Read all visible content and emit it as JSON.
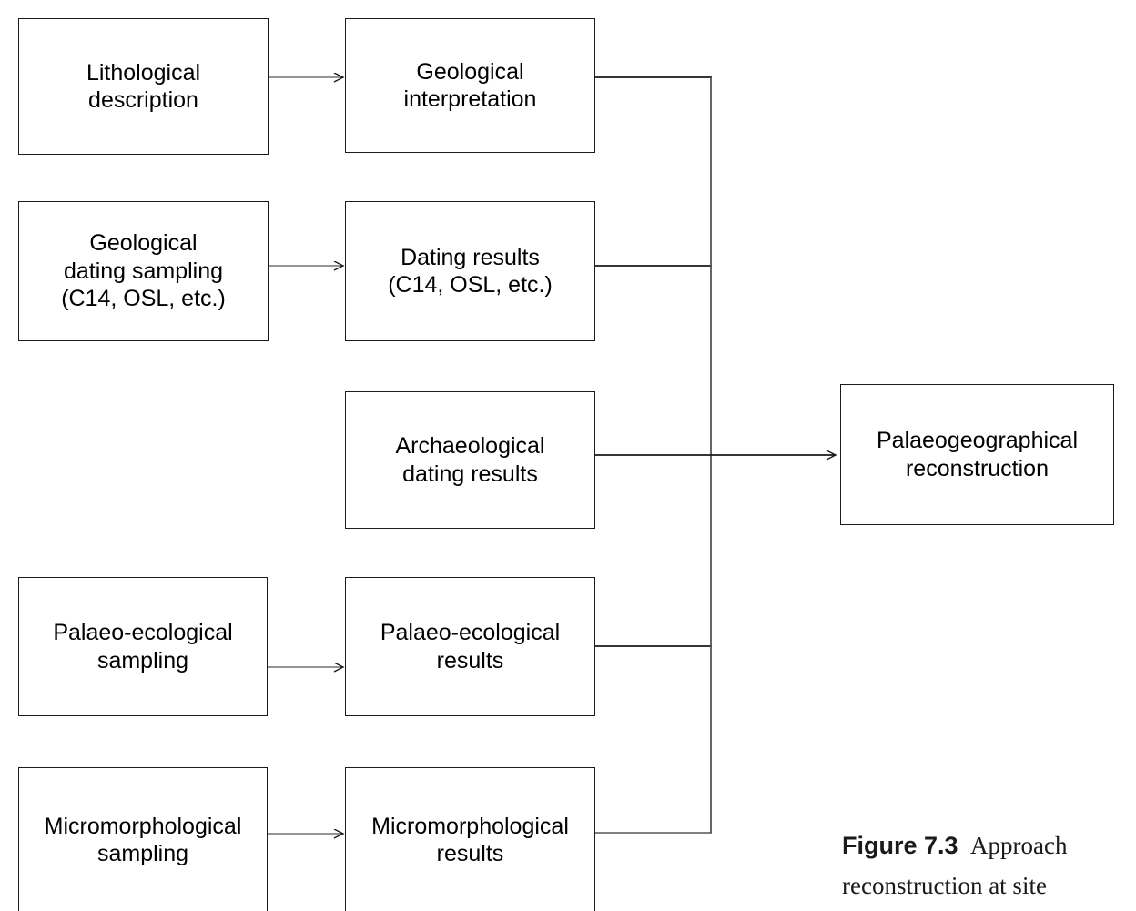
{
  "figure": {
    "type": "flowchart",
    "caption_label": "Figure 7.3",
    "caption_text": "Approach",
    "caption_line2": "reconstruction at site",
    "line_color": "#1a1a1a",
    "background_color": "#ffffff"
  },
  "nodes": {
    "lithological_description": "Lithological\ndescription",
    "geological_interpretation": "Geological\ninterpretation",
    "geological_dating_sampling": "Geological\ndating sampling\n(C14, OSL, etc.)",
    "dating_results": "Dating results\n(C14, OSL, etc.)",
    "archaeological_dating_results": "Archaeological\ndating results",
    "palaeo_ecological_sampling": "Palaeo-ecological\nsampling",
    "palaeo_ecological_results": "Palaeo-ecological\nresults",
    "micromorphological_sampling": "Micromorphological\nsampling",
    "micromorphological_results": "Micromorphological\nresults",
    "palaeogeographical_reconstruction": "Palaeogeographical\nreconstruction"
  },
  "chart_data": {
    "type": "diagram",
    "title": "Figure 7.3 Approach reconstruction at site",
    "nodes": [
      {
        "id": "lithological_description",
        "label": "Lithological description",
        "column": 1,
        "row": 1
      },
      {
        "id": "geological_interpretation",
        "label": "Geological interpretation",
        "column": 2,
        "row": 1
      },
      {
        "id": "geological_dating_sampling",
        "label": "Geological dating sampling (C14, OSL, etc.)",
        "column": 1,
        "row": 2
      },
      {
        "id": "dating_results",
        "label": "Dating results (C14, OSL, etc.)",
        "column": 2,
        "row": 2
      },
      {
        "id": "archaeological_dating_results",
        "label": "Archaeological dating results",
        "column": 2,
        "row": 3
      },
      {
        "id": "palaeo_ecological_sampling",
        "label": "Palaeo-ecological sampling",
        "column": 1,
        "row": 4
      },
      {
        "id": "palaeo_ecological_results",
        "label": "Palaeo-ecological results",
        "column": 2,
        "row": 4
      },
      {
        "id": "micromorphological_sampling",
        "label": "Micromorphological sampling",
        "column": 1,
        "row": 5
      },
      {
        "id": "micromorphological_results",
        "label": "Micromorphological results",
        "column": 2,
        "row": 5
      },
      {
        "id": "palaeogeographical_reconstruction",
        "label": "Palaeogeographical reconstruction",
        "column": 3,
        "row": 3
      }
    ],
    "edges": [
      {
        "from": "lithological_description",
        "to": "geological_interpretation",
        "arrow": true
      },
      {
        "from": "geological_dating_sampling",
        "to": "dating_results",
        "arrow": true
      },
      {
        "from": "palaeo_ecological_sampling",
        "to": "palaeo_ecological_results",
        "arrow": true
      },
      {
        "from": "micromorphological_sampling",
        "to": "micromorphological_results",
        "arrow": true
      },
      {
        "from": "geological_interpretation",
        "to": "palaeogeographical_reconstruction",
        "arrow": true,
        "via": "bus"
      },
      {
        "from": "dating_results",
        "to": "palaeogeographical_reconstruction",
        "arrow": true,
        "via": "bus"
      },
      {
        "from": "archaeological_dating_results",
        "to": "palaeogeographical_reconstruction",
        "arrow": true
      },
      {
        "from": "palaeo_ecological_results",
        "to": "palaeogeographical_reconstruction",
        "arrow": true,
        "via": "bus"
      },
      {
        "from": "micromorphological_results",
        "to": "palaeogeographical_reconstruction",
        "arrow": true,
        "via": "bus"
      }
    ]
  }
}
